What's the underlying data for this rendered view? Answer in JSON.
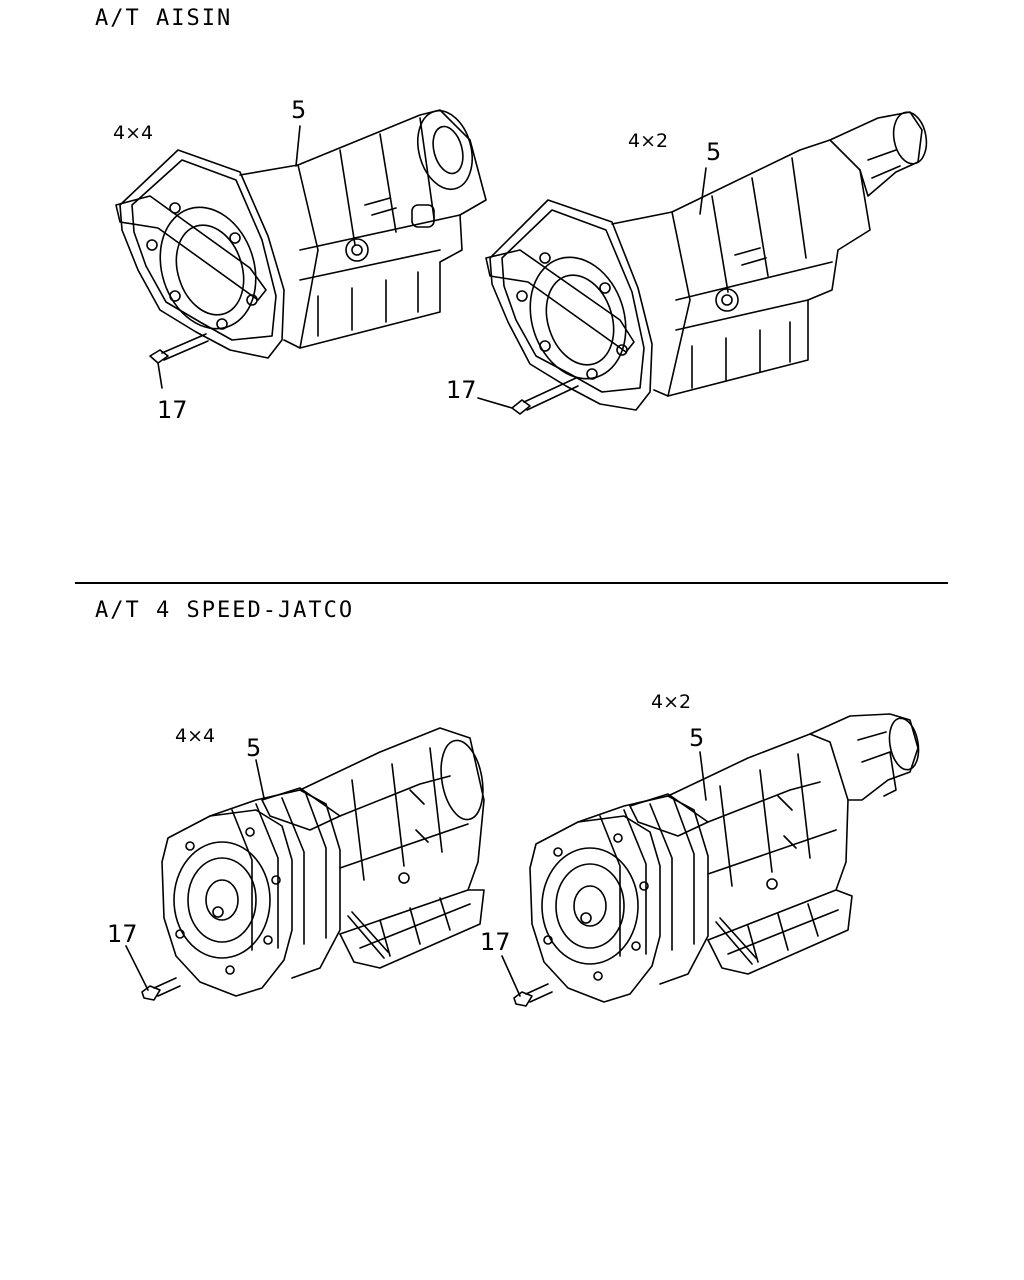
{
  "sections": [
    {
      "title": "A/T AISIN",
      "views": [
        {
          "drive": "4×4",
          "part_labels": [
            "5",
            "17"
          ]
        },
        {
          "drive": "4×2",
          "part_labels": [
            "5",
            "17"
          ]
        }
      ]
    },
    {
      "title": "A/T 4 SPEED-JATCO",
      "views": [
        {
          "drive": "4×4",
          "part_labels": [
            "5",
            "17"
          ]
        },
        {
          "drive": "4×2",
          "part_labels": [
            "5",
            "17"
          ]
        }
      ]
    }
  ]
}
